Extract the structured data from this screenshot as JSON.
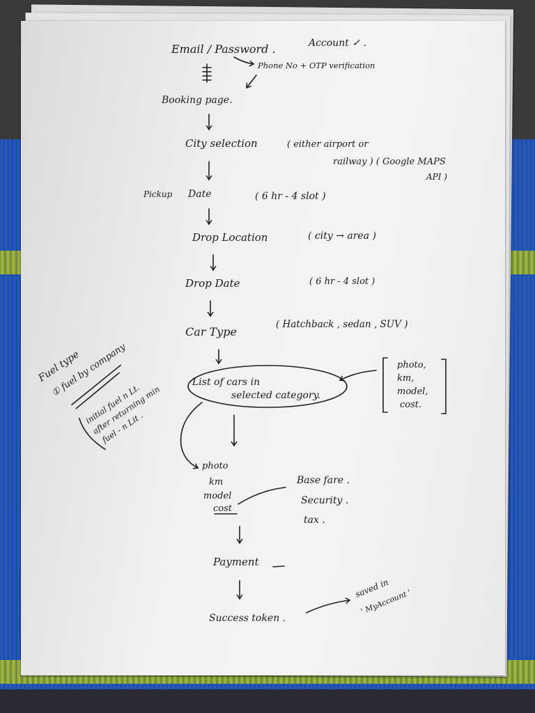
{
  "flow": {
    "login": "Email / Password .",
    "account": "Account ✓ .",
    "phone_otp": "Phone No + OTP verification",
    "booking": "Booking page.",
    "city_selection": "City selection",
    "city_note_1": "( either airport or",
    "city_note_2": "railway ) ( Google MAPS",
    "city_note_3": "API )",
    "pickup_label": "Pickup",
    "pickup_date": "Date",
    "pickup_note": "( 6 hr - 4 slot )",
    "drop_location": "Drop Location",
    "drop_location_note": "( city → area )",
    "drop_date": "Drop Date",
    "drop_date_note": "( 6 hr - 4 slot )",
    "car_type": "Car Type",
    "car_type_note": "( Hatchback , sedan , SUV )",
    "list_line1": "List of cars in",
    "list_line2": "selected category.",
    "bracket_items": [
      "photo,",
      "km,",
      "model,",
      "cost."
    ],
    "detail_items": [
      "photo",
      "km",
      "model",
      "cost"
    ],
    "fare_items": [
      "Base fare .",
      "Security .",
      "tax ."
    ],
    "payment": "Payment",
    "success": "Success token .",
    "saved_line1": "saved in",
    "saved_line2": "' MyAccount '"
  },
  "side_note": {
    "line1": "Fuel type",
    "line2": "① fuel by company",
    "line3": "initial fuel n Lt.",
    "line4": "after returning min",
    "line5": "fuel - n Lit ."
  }
}
